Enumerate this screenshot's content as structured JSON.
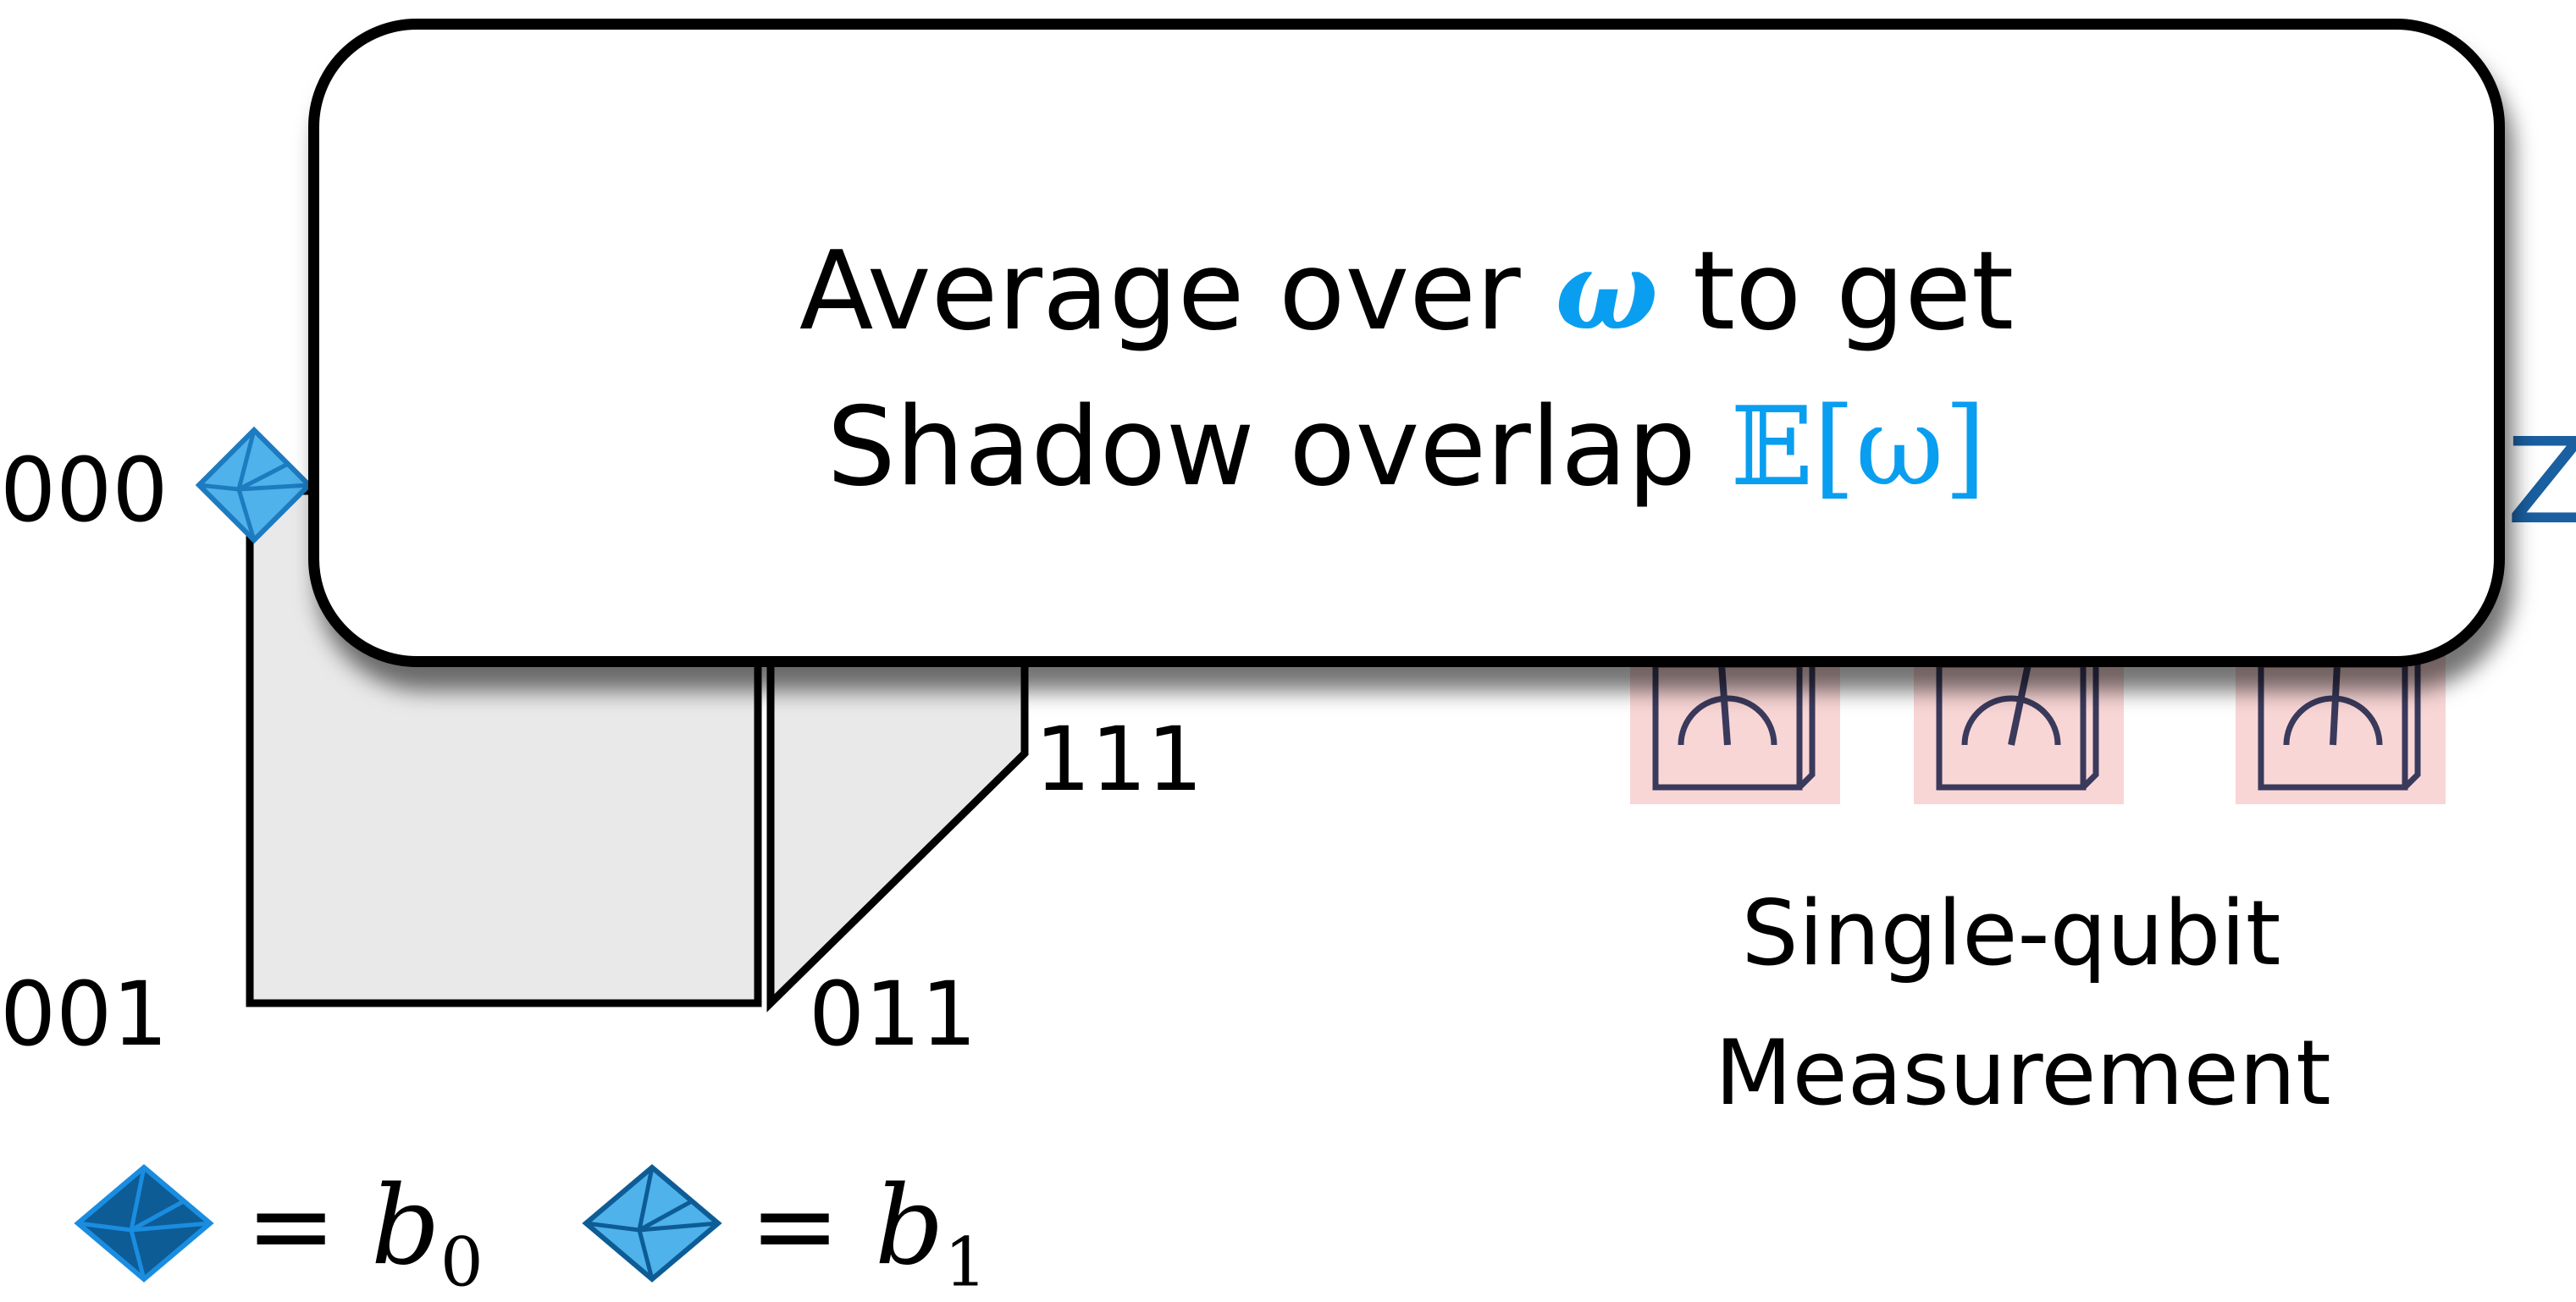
{
  "colors": {
    "accent": "#0a9ef0",
    "b0_gem": "#0d5c96",
    "b1_gem": "#4fb2ea",
    "cube_face": "#e9e9e9",
    "measure_bg": "#f9d6d6",
    "measure_stroke": "#3a3a5c",
    "z_label": "#1a5fa0"
  },
  "callout": {
    "line1_prefix": "Average over ",
    "line1_symbol": "ω",
    "line1_suffix": " to get",
    "line2_prefix": "Shadow overlap ",
    "line2_symbol": "𝔼[ω]"
  },
  "cube": {
    "labels": [
      "000",
      "001",
      "011",
      "111"
    ]
  },
  "measurement": {
    "line1": "Single-qubit",
    "line2": "Measurement",
    "partial_label": "Z",
    "meter_count": 3
  },
  "legend": {
    "items": [
      {
        "icon": "dark-blue-gem-icon",
        "text": "= ",
        "var": "b",
        "sub": "0"
      },
      {
        "icon": "light-blue-gem-icon",
        "text": "= ",
        "var": "b",
        "sub": "1"
      }
    ]
  }
}
